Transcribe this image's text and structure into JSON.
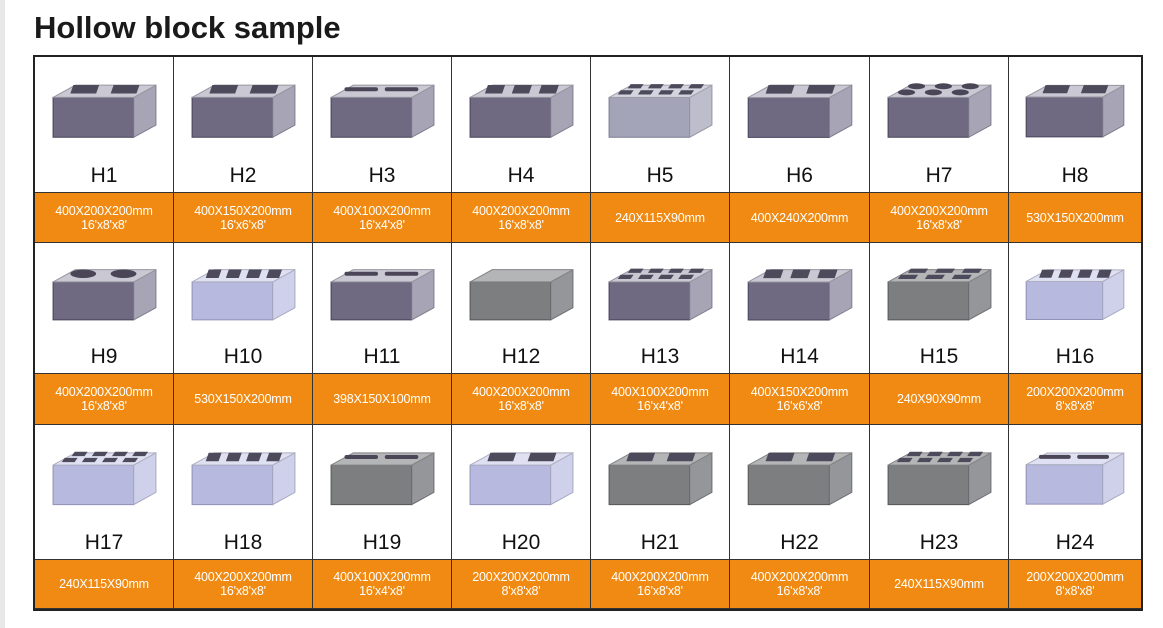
{
  "title": "Hollow block sample",
  "rows": [
    {
      "items": [
        {
          "code": "H1",
          "size": "400X200X200mm",
          "feet": "16'x8'x8'",
          "icon": "two-cavity-block-icon"
        },
        {
          "code": "H2",
          "size": "400X150X200mm",
          "feet": "16'x6'x8'",
          "icon": "two-cavity-block-icon"
        },
        {
          "code": "H3",
          "size": "400X100X200mm",
          "feet": "16'x4'x8'",
          "icon": "slot-block-icon"
        },
        {
          "code": "H4",
          "size": "400X200X200mm",
          "feet": "16'x8'x8'",
          "icon": "three-cavity-block-icon"
        },
        {
          "code": "H5",
          "size": "240X115X90mm",
          "feet": "",
          "icon": "multi-hole-brick-icon"
        },
        {
          "code": "H6",
          "size": "400X240X200mm",
          "feet": "",
          "icon": "corner-block-icon"
        },
        {
          "code": "H7",
          "size": "400X200X200mm",
          "feet": "16'x8'x8'",
          "icon": "six-round-hole-block-icon"
        },
        {
          "code": "H8",
          "size": "530X150X200mm",
          "feet": "",
          "icon": "interlock-block-icon"
        }
      ]
    },
    {
      "items": [
        {
          "code": "H9",
          "size": "400X200X200mm",
          "feet": "16'x8'x8'",
          "icon": "two-round-hole-block-icon"
        },
        {
          "code": "H10",
          "size": "530X150X200mm",
          "feet": "",
          "icon": "long-four-cavity-block-icon"
        },
        {
          "code": "H11",
          "size": "398X150X100mm",
          "feet": "",
          "icon": "slotted-interlock-block-icon"
        },
        {
          "code": "H12",
          "size": "400X200X200mm",
          "feet": "16'x8'x8'",
          "icon": "solid-block-icon"
        },
        {
          "code": "H13",
          "size": "400X100X200mm",
          "feet": "16'x4'x8'",
          "icon": "multi-hole-block-icon"
        },
        {
          "code": "H14",
          "size": "400X150X200mm",
          "feet": "16'x6'x8'",
          "icon": "three-cavity-block-icon"
        },
        {
          "code": "H15",
          "size": "240X90X90mm",
          "feet": "",
          "icon": "six-hole-brick-icon"
        },
        {
          "code": "H16",
          "size": "200X200X200mm",
          "feet": "8'x8'x8'",
          "icon": "four-cavity-cube-icon"
        }
      ]
    },
    {
      "items": [
        {
          "code": "H17",
          "size": "240X115X90mm",
          "feet": "",
          "icon": "eight-hole-brick-icon"
        },
        {
          "code": "H18",
          "size": "400X200X200mm",
          "feet": "16'x8'x8'",
          "icon": "four-cavity-block-icon"
        },
        {
          "code": "H19",
          "size": "400X100X200mm",
          "feet": "16'x4'x8'",
          "icon": "slot-column-block-icon"
        },
        {
          "code": "H20",
          "size": "200X200X200mm",
          "feet": "8'x8'x8'",
          "icon": "hollow-cube-icon"
        },
        {
          "code": "H21",
          "size": "400X200X200mm",
          "feet": "16'x8'x8'",
          "icon": "interlocking-grey-block-icon"
        },
        {
          "code": "H22",
          "size": "400X200X200mm",
          "feet": "16'x8'x8'",
          "icon": "insulated-block-icon"
        },
        {
          "code": "H23",
          "size": "240X115X90mm",
          "feet": "",
          "icon": "perforated-brick-icon"
        },
        {
          "code": "H24",
          "size": "200X200X200mm",
          "feet": "8'x8'x8'",
          "icon": "slot-cavity-block-icon"
        }
      ]
    }
  ],
  "colors": {
    "accent": "#f08a12",
    "block_face": "#6f6a82",
    "block_top": "#c9c8d3",
    "block_side": "#a7a5b5",
    "block_light_face": "#b8b9de",
    "block_grey": "#7d7e80"
  }
}
